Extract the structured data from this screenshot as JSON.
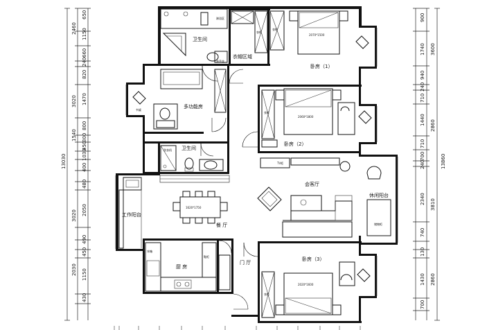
{
  "rooms": {
    "bathroom1": "卫生间",
    "walkin": "衣帽区域",
    "bedroom1": "卧房（1）",
    "multi": "多功能房",
    "bedroom2": "卧房（2）",
    "bathroom2": "卫生间",
    "living": "会客厅",
    "leisure_balcony": "休闲阳台",
    "work_balcony": "工作阳台",
    "dining": "餐  厅",
    "kitchen": "厨  房",
    "entrance": "门  厅",
    "bedroom3": "卧房（3）"
  },
  "furniture": {
    "bed1": "2070*1500",
    "bed2": "2060*1800",
    "bed3": "2020*1600",
    "table": "1620*1750",
    "shower": "淋浴区",
    "closet_a": "衣柜",
    "closet_b": "衣柜",
    "closet_c": "衣柜",
    "closet_d": "衣柜",
    "closet_e": "衣柜",
    "closet_f": "衣柜",
    "tv": "TV柜",
    "chair1": "书桌",
    "washer": "洗衣机",
    "basin": "洗手盆",
    "fridge": "冰箱",
    "shoe": "鞋柜",
    "storage": "储物柜"
  },
  "dims_left": [
    "650",
    "1150",
    "2460",
    "660",
    "240",
    "820",
    "1470",
    "3020",
    "800",
    "1540",
    "300",
    "450",
    "1030",
    "400",
    "13030",
    "480",
    "3020",
    "2050",
    "490",
    "450",
    "1150",
    "2030",
    "430"
  ],
  "dims_right": [
    "900",
    "1740",
    "3600",
    "940",
    "240",
    "710",
    "1440",
    "2860",
    "710",
    "700",
    "240",
    "2340",
    "3810",
    "13860",
    "740",
    "130",
    "1430",
    "2860",
    "700"
  ]
}
